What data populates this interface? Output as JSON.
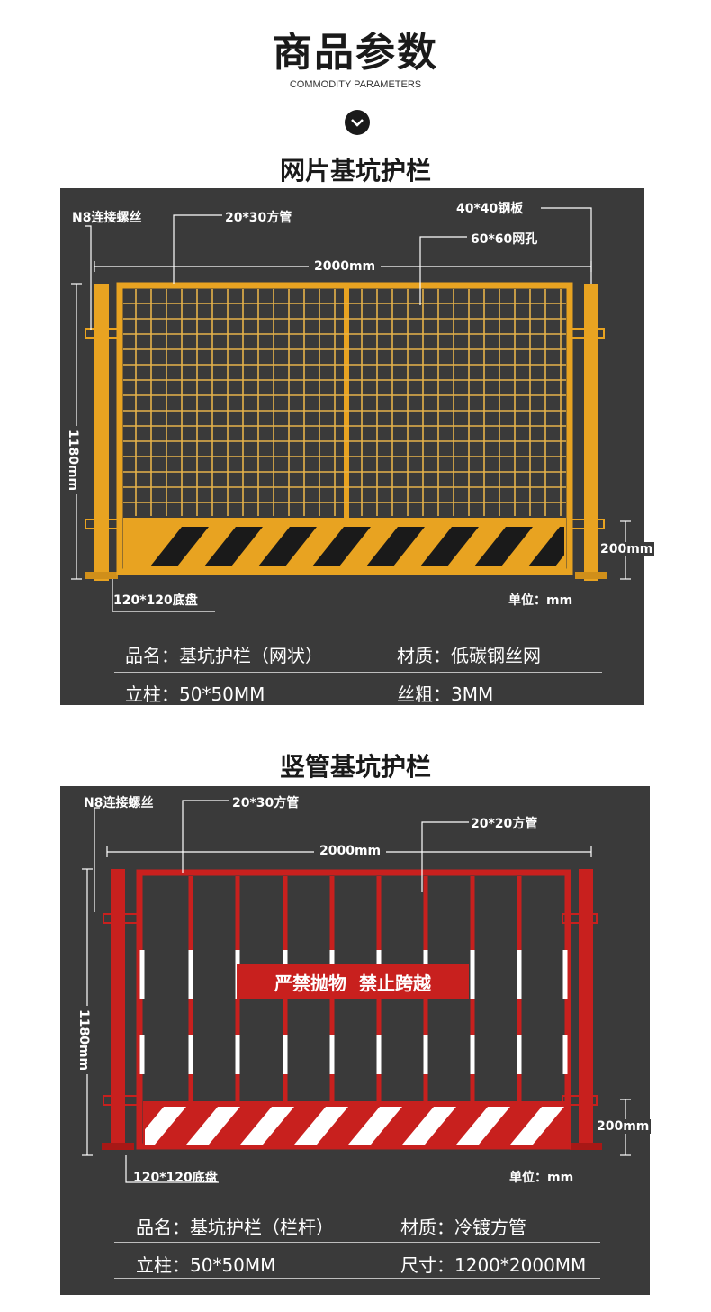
{
  "header": {
    "title": "商品参数",
    "subtitle": "COMMODITY PARAMETERS",
    "divider_icon": "chevron-down-icon"
  },
  "products": [
    {
      "title": "网片基坑护栏",
      "labels": {
        "bolt": "N8连接螺丝",
        "tube": "20*30方管",
        "plate": "40*40钢板",
        "mesh": "60*60网孔",
        "width": "2000mm",
        "height": "1180mm",
        "base_height": "200mm",
        "base": "120*120底盘",
        "unit": "单位：mm"
      },
      "specs": {
        "row1_left": "品名：基坑护栏（网状）",
        "row1_right": "材质：低碳钢丝网",
        "row2_left": "立柱：50*50MM",
        "row2_right": "丝粗：3MM"
      },
      "colors": {
        "frame": "#e8a321",
        "stripe": "#1a1a1a",
        "panel": "#3a3a3a"
      }
    },
    {
      "title": "竖管基坑护栏",
      "labels": {
        "bolt": "N8连接螺丝",
        "tube": "20*30方管",
        "bar": "20*20方管",
        "width": "2000mm",
        "height": "1180mm",
        "base_height": "200mm",
        "base": "120*120底盘",
        "unit": "单位：mm",
        "sign": "严禁抛物  禁止跨越"
      },
      "specs": {
        "row1_left": "品名：基坑护栏（栏杆）",
        "row1_right": "材质：冷镀方管",
        "row2_left": "立柱：50*50MM",
        "row2_right": "尺寸：1200*2000MM"
      },
      "colors": {
        "frame": "#c8201e",
        "stripe": "#ffffff",
        "panel": "#3a3a3a"
      }
    }
  ]
}
